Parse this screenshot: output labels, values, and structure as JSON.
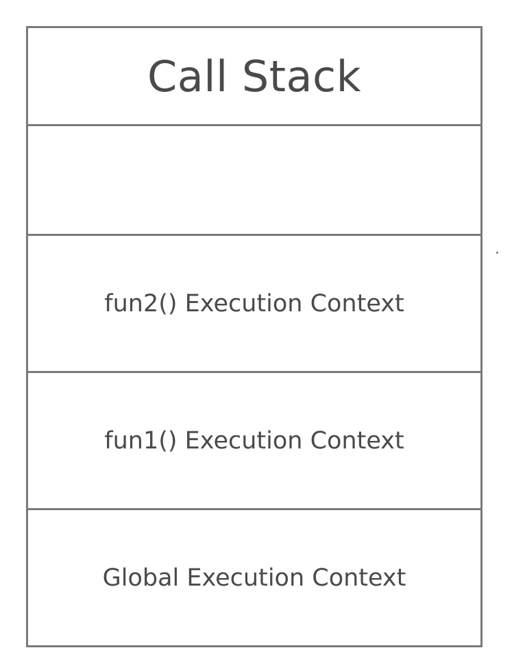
{
  "diagram": {
    "title": "Call Stack",
    "frames": [
      {
        "label": ""
      },
      {
        "label": "fun2() Execution Context"
      },
      {
        "label": "fun1() Execution Context"
      },
      {
        "label": "Global Execution Context"
      }
    ]
  }
}
